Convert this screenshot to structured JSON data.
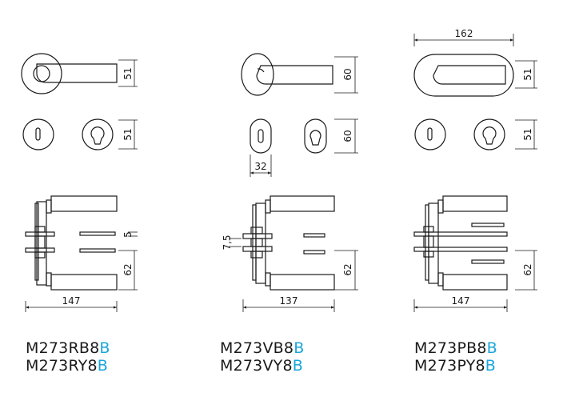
{
  "colors": {
    "line": "#1a1a1a",
    "accent": "#19a6dd",
    "background": "#ffffff"
  },
  "variants": [
    {
      "id": "rosette-round",
      "dims": {
        "top_width": "",
        "handle_height": "51",
        "escutcheon_height": "51",
        "escutcheon_width": "",
        "side_gap": "5",
        "side_offset": "",
        "side_height": "62",
        "depth": "147"
      },
      "codes": [
        {
          "base": "M273RB8",
          "suffix": "B"
        },
        {
          "base": "M273RY8",
          "suffix": "B"
        }
      ]
    },
    {
      "id": "rosette-oval",
      "dims": {
        "top_width": "",
        "handle_height": "60",
        "escutcheon_height": "60",
        "escutcheon_width": "32",
        "side_gap": "",
        "side_offset": "7,5",
        "side_height": "62",
        "depth": "137"
      },
      "codes": [
        {
          "base": "M273VB8",
          "suffix": "B"
        },
        {
          "base": "M273VY8",
          "suffix": "B"
        }
      ]
    },
    {
      "id": "plate-long",
      "dims": {
        "top_width": "162",
        "handle_height": "51",
        "escutcheon_height": "51",
        "escutcheon_width": "",
        "side_gap": "",
        "side_offset": "",
        "side_height": "62",
        "depth": "147"
      },
      "codes": [
        {
          "base": "M273PB8",
          "suffix": "B"
        },
        {
          "base": "M273PY8",
          "suffix": "B"
        }
      ]
    }
  ]
}
